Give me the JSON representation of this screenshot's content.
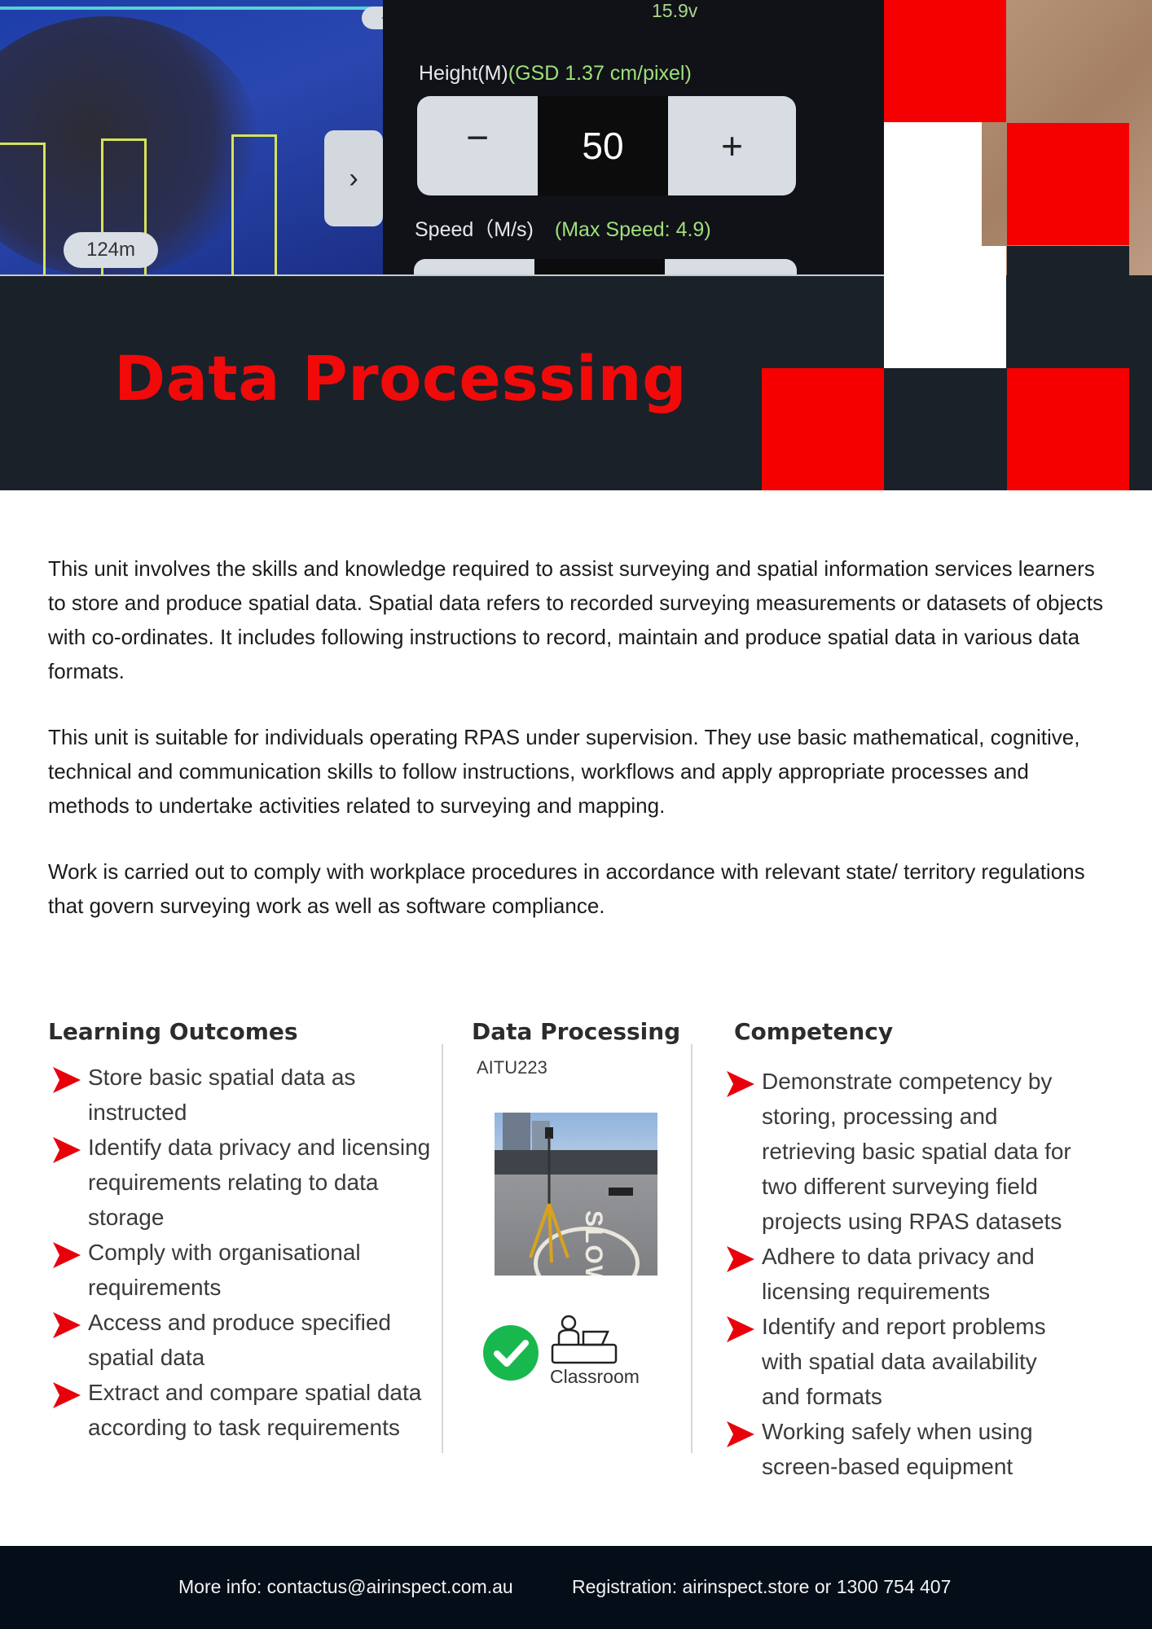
{
  "hero": {
    "scale_label": "124m",
    "pill_label": "--/--",
    "voltage": "15.9v",
    "height_label": "Height(M)",
    "gsd_label": "(GSD 1.37 cm/pixel)",
    "minus": "−",
    "height_value": "50",
    "plus": "+",
    "speed_label": "Speed（M/s)",
    "max_speed": "(Max Speed: 4.9)"
  },
  "title": "Data Processing",
  "intro": [
    "This unit involves the skills and knowledge required to assist surveying and spatial information services learners to store and produce spatial data.  Spatial data refers to recorded surveying measurements or datasets of objects with co-ordinates. It includes following instructions to record, maintain and produce spatial data in various data formats.",
    "This unit is suitable for individuals operating RPAS under supervision.  They use basic mathematical, cognitive, technical and communication skills to follow instructions, workflows and apply appropriate processes and methods to undertake activities related to surveying and mapping.",
    "Work is carried out to comply with workplace procedures in accordance with relevant state/ territory regulations that govern surveying work as well as software compliance."
  ],
  "learning_outcomes": {
    "heading": "Learning Outcomes",
    "items": [
      "Store basic spatial data as instructed",
      "Identify data privacy and licensing requirements relating to data storage",
      "Comply with organisational requirements",
      "Access and produce specified spatial data",
      "Extract and compare spatial data according to task requirements"
    ]
  },
  "unit": {
    "heading": "Data Processing",
    "code": "AITU223",
    "photo_text": "SLOW",
    "delivery": "Classroom"
  },
  "competency": {
    "heading": "Competency",
    "items": [
      "Demonstrate competency by storing, processing and retrieving basic spatial data for two different surveying field projects using RPAS datasets",
      "Adhere to data privacy and licensing requirements",
      "Identify and report problems with spatial data availability and formats",
      "Working safely when using screen-based equipment"
    ]
  },
  "footer": {
    "more_info": "More info: contactus@airinspect.com.au",
    "registration": "Registration: airinspect.store or 1300 754 407"
  },
  "colors": {
    "accent_red": "#f40000",
    "banner_dark": "#1a2129",
    "footer_dark": "#050d18",
    "check_green": "#18b84e"
  },
  "icons": [
    "red-arrow-icon",
    "check-circle-icon",
    "classroom-icon",
    "chevron-right-icon"
  ]
}
